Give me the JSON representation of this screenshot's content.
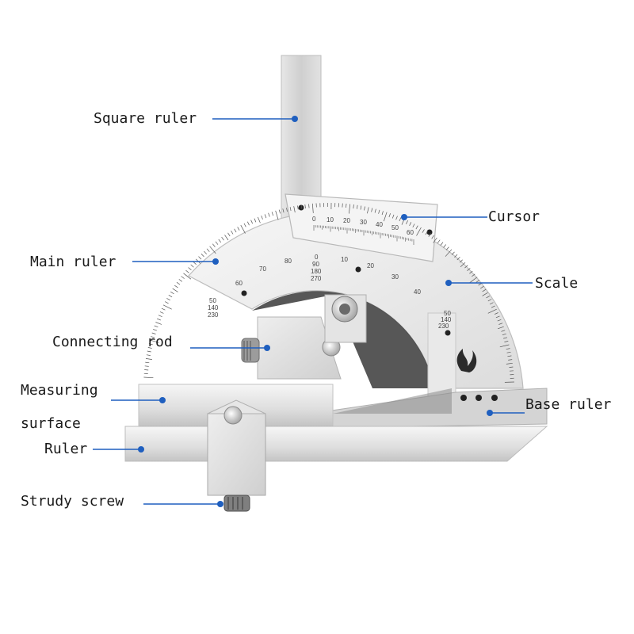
{
  "labels": {
    "square_ruler": "Square ruler",
    "cursor": "Cursor",
    "main_ruler": "Main ruler",
    "scale": "Scale",
    "connecting_rod": "Connecting rod",
    "measuring": "Measuring",
    "surface": "surface",
    "base_ruler": "Base ruler",
    "ruler": "Ruler",
    "strudy_screw": "Strudy screw"
  },
  "main_scale": {
    "left_stack": [
      "50",
      "140",
      "230"
    ],
    "center_stack": [
      "0",
      "90",
      "180",
      "270"
    ],
    "left_numbers": [
      "60",
      "70",
      "80"
    ],
    "right_numbers": [
      "10",
      "20",
      "30",
      "40"
    ],
    "right_stack": [
      "50",
      "140",
      "230"
    ]
  },
  "vernier_scale": {
    "numbers": [
      "0",
      "10",
      "20",
      "30",
      "40",
      "50",
      "60"
    ]
  },
  "colors": {
    "leader": "#1f5fbf",
    "steel_light": "#f2f2f2",
    "steel_mid": "#d9d9d9",
    "steel_dark": "#b5b5b5"
  }
}
